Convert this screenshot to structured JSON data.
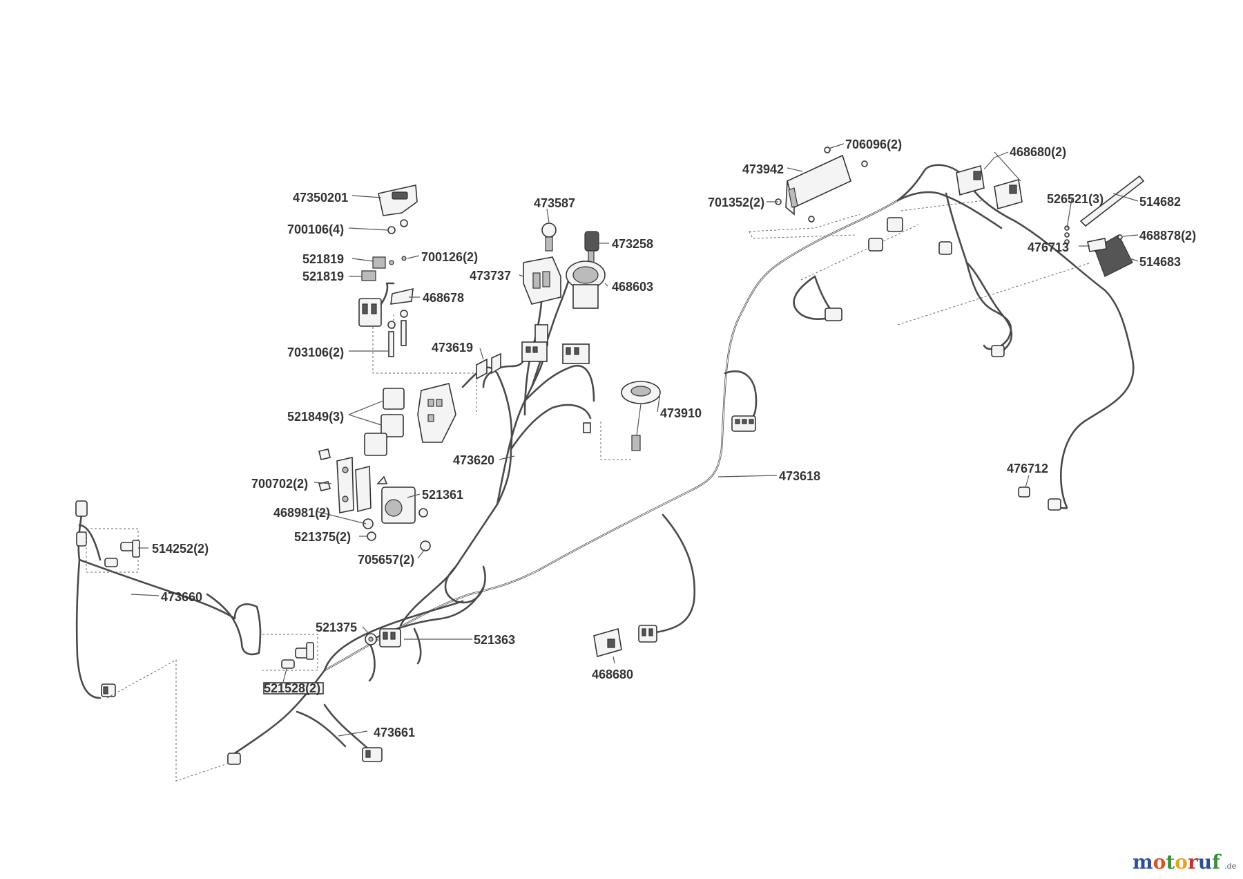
{
  "labels": [
    {
      "id": "47350201",
      "text": "47350201"
    },
    {
      "id": "700106",
      "text": "700106(4)"
    },
    {
      "id": "521819a",
      "text": "521819"
    },
    {
      "id": "700126",
      "text": "700126(2)"
    },
    {
      "id": "521819b",
      "text": "521819"
    },
    {
      "id": "468678",
      "text": "468678"
    },
    {
      "id": "703106",
      "text": "703106(2)"
    },
    {
      "id": "473587",
      "text": "473587"
    },
    {
      "id": "473258",
      "text": "473258"
    },
    {
      "id": "473737",
      "text": "473737"
    },
    {
      "id": "468603",
      "text": "468603"
    },
    {
      "id": "473619",
      "text": "473619"
    },
    {
      "id": "521849",
      "text": "521849(3)"
    },
    {
      "id": "473910",
      "text": "473910"
    },
    {
      "id": "473620",
      "text": "473620"
    },
    {
      "id": "473618",
      "text": "473618"
    },
    {
      "id": "700702",
      "text": "700702(2)"
    },
    {
      "id": "521361",
      "text": "521361"
    },
    {
      "id": "468981",
      "text": "468981(2)"
    },
    {
      "id": "521375b",
      "text": "521375(2)"
    },
    {
      "id": "705657",
      "text": "705657(2)"
    },
    {
      "id": "514252",
      "text": "514252(2)"
    },
    {
      "id": "473660",
      "text": "473660"
    },
    {
      "id": "521375a",
      "text": "521375"
    },
    {
      "id": "521363",
      "text": "521363"
    },
    {
      "id": "521528",
      "text": "521528(2)"
    },
    {
      "id": "468680a",
      "text": "468680"
    },
    {
      "id": "473661",
      "text": "473661"
    },
    {
      "id": "706096",
      "text": "706096(2)"
    },
    {
      "id": "473942",
      "text": "473942"
    },
    {
      "id": "701352",
      "text": "701352(2)"
    },
    {
      "id": "468680b",
      "text": "468680(2)"
    },
    {
      "id": "526521",
      "text": "526521(3)"
    },
    {
      "id": "514682",
      "text": "514682"
    },
    {
      "id": "468878",
      "text": "468878(2)"
    },
    {
      "id": "476713",
      "text": "476713"
    },
    {
      "id": "514683",
      "text": "514683"
    },
    {
      "id": "476712",
      "text": "476712"
    }
  ],
  "watermark": {
    "letters": [
      "m",
      "o",
      "t",
      "o",
      "r",
      "u",
      "f"
    ],
    "colors": [
      "#2b4f9c",
      "#e0501b",
      "#3a8f3a",
      "#e9a21d",
      "#c6302c",
      "#2b4f9c",
      "#3a8f3a"
    ],
    "suffix": ".de"
  }
}
